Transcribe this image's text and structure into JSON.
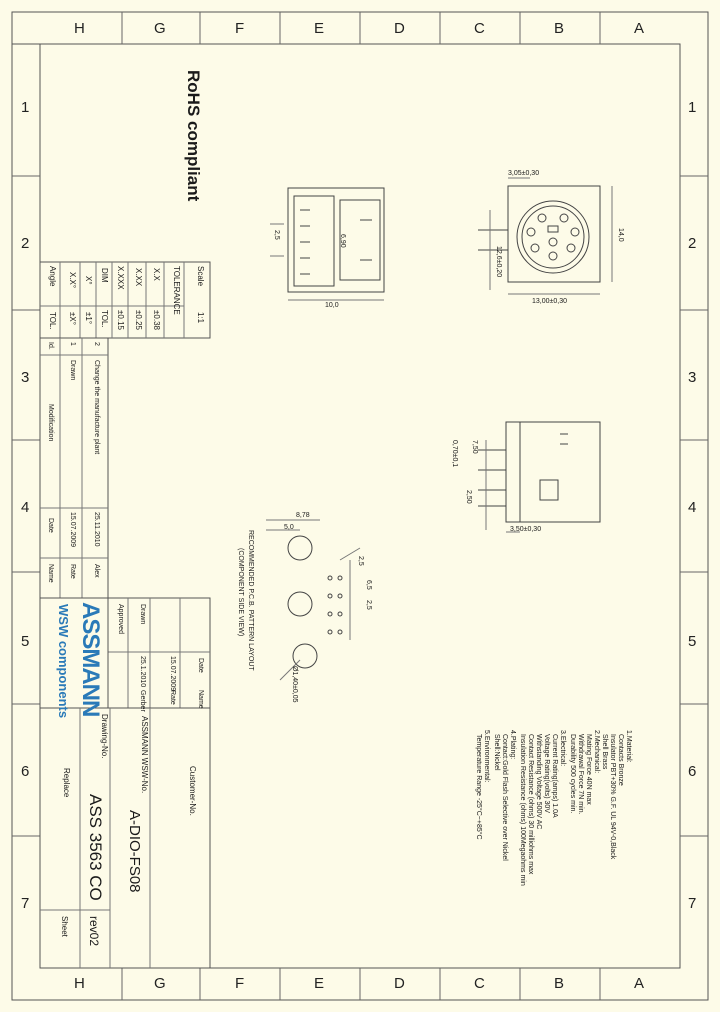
{
  "zones": {
    "columns": [
      "H",
      "G",
      "F",
      "E",
      "D",
      "C",
      "B",
      "A"
    ],
    "rows": [
      "1",
      "2",
      "3",
      "4",
      "5",
      "6",
      "7"
    ]
  },
  "notes": {
    "rohs": "RoHS compliant",
    "pcb_layout": "RECOMMENDED P.C.B. PATTERN LAYOUT",
    "pcb_view": "(COMPONENT SIDE VIEW)",
    "spec_lines": [
      "1.Material:",
      "Contacts  Bronze",
      "Insulator  PBT+30% G.F. UL 94V-0,Black",
      "Shell  Brass",
      "2.Mechanical:",
      "Mating Force  40N max",
      "Withdrawal Force  7N min.",
      "Durability  500 cycles min.",
      "3.Electrical:",
      "Current Rating(amps)  1.0A",
      "Voltage Rating(volts)  30V",
      "Withstanding Voltage  500V AC",
      "Contact Resistance (ohms)  30 milliohms max",
      "Insulation Resistance (ohms)  100Megaohms min",
      "4.Plating:",
      "Contact:Gold Flash Selective over Nickel",
      "Shell:Nickel",
      "5.Environmental:",
      "Temperature Range  -25°C~+85°C"
    ]
  },
  "dimensions": {
    "top_left_w": "10,0",
    "top_left_h": "2,5",
    "top_left_inner": "6,90",
    "front_top": "3,05±0,30",
    "front_w": "13,00±0,30",
    "front_h": "14,0",
    "front_side": "12,6±0,20",
    "side_a": "0,70±0,1",
    "side_b": "2,50",
    "side_c": "7,50",
    "side_bottom": "3,50±0,30",
    "pcb_a": "8,78",
    "pcb_b": "5,0",
    "pcb_c": "6,5",
    "pcb_d": "2,5",
    "pcb_e": "2,5",
    "pcb_f": "Ø1,40±0,05"
  },
  "tolerance": {
    "scale_label": "Scale",
    "scale_value": "1:1",
    "heading": "TOLERANCE",
    "rows": [
      {
        "k": "X.X",
        "v": "±0.38"
      },
      {
        "k": "X.XX",
        "v": "±0.25"
      },
      {
        "k": "X.XXX",
        "v": "±0.15"
      },
      {
        "k": "DIM",
        "v": "TOL."
      },
      {
        "k": "X°",
        "v": "±1°"
      },
      {
        "k": "X.X°",
        "v": "±X°"
      },
      {
        "k": "Angle",
        "v": "TOL."
      }
    ]
  },
  "revisions": {
    "rows": [
      {
        "id": "2",
        "mod": "Change the manufacture plant",
        "date": "25.11.2010",
        "name": "Alex"
      },
      {
        "id": "1",
        "mod": "Drawn",
        "date": "15.07.2009",
        "name": "Rate"
      }
    ],
    "header": {
      "id": "Id.",
      "mod": "Modification",
      "date": "Date",
      "name": "Name"
    }
  },
  "approval": {
    "drawn_label": "Drawn",
    "approved_label": "Approved",
    "date_label": "Date",
    "name_label": "Name",
    "drawn_date": "15.07.2009",
    "drawn_name": "Rate",
    "approved_date": "25.1.2010",
    "approved_name": "Gerber"
  },
  "title_block": {
    "brand": "ASSMANN",
    "subbrand": "WSW components",
    "customer_label": "Customer-No.",
    "assmann_no_label": "ASSMANN WSW-No.",
    "assmann_no": "A-DIO-FS08",
    "drawing_no_label": "Drawing-No.",
    "drawing_no": "ASS 3563 CO",
    "revision": "rev02",
    "replace_label": "Replace",
    "sheet_label": "Sheet"
  },
  "colors": {
    "paper": "#fdfbe8",
    "line": "#555555",
    "brand": "#2a7ab8"
  }
}
